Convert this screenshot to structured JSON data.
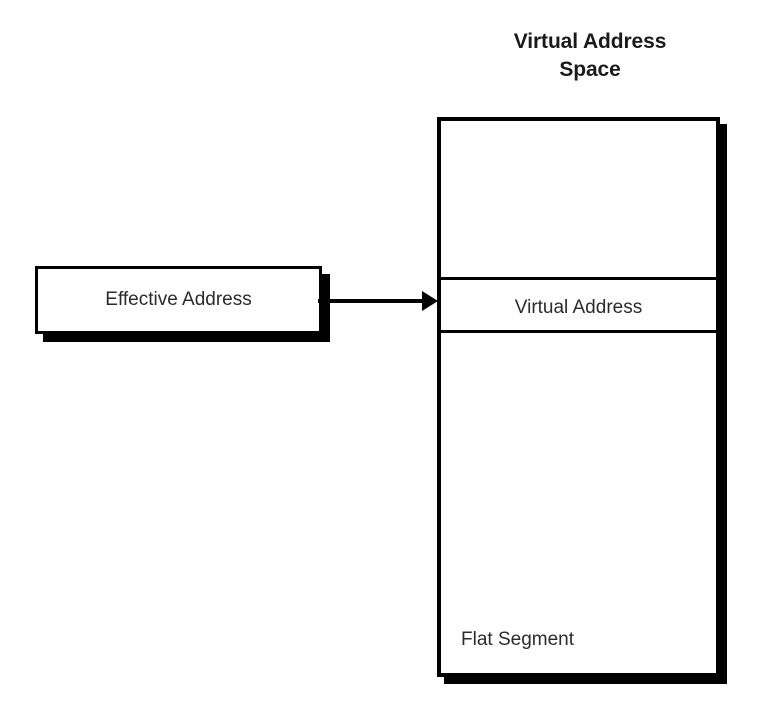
{
  "diagram": {
    "title": "Virtual Address\nSpace",
    "title_lines": [
      "Virtual Address",
      "Space"
    ],
    "source_box": {
      "label": "Effective Address"
    },
    "address_space": {
      "band_label": "Virtual Address",
      "segment_label": "Flat Segment"
    },
    "connector": {
      "from": "Effective Address",
      "to": "Virtual Address",
      "style": "solid-arrow-right"
    },
    "colors": {
      "stroke": "#000000",
      "text": "#2b2b2b",
      "title_text": "#1a1a1a",
      "background": "#ffffff",
      "shadow": "#000000"
    }
  }
}
